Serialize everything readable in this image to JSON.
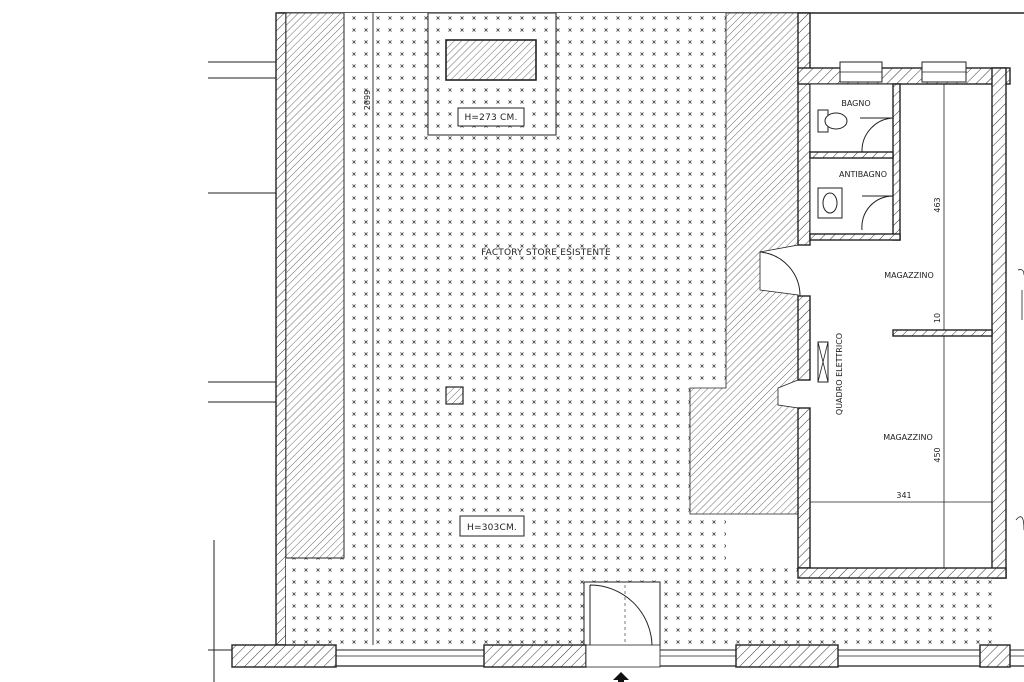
{
  "labels": {
    "factory_store": "FACTORY STORE ESISTENTE",
    "height_upper": "H=273 CM.",
    "height_lower": "H=303CM.",
    "bagno": "BAGNO",
    "antibagno": "ANTIBAGNO",
    "magazzino_upper": "MAGAZZINO",
    "magazzino_lower": "MAGAZZINO",
    "quadro_elettrico": "QUADRO ELETTRICO"
  },
  "dimensions": {
    "dim_2099": "2099",
    "dim_463": "463",
    "dim_10": "10",
    "dim_450": "450",
    "dim_341": "341"
  },
  "colors": {
    "line": "#222222",
    "background": "#ffffff"
  }
}
